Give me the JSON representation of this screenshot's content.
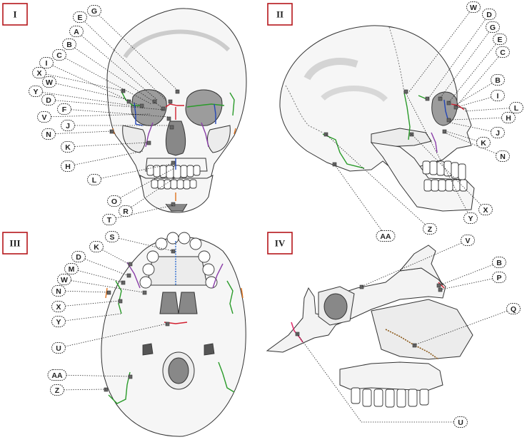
{
  "panels": [
    {
      "id": "I",
      "labels": [
        "G",
        "E",
        "A",
        "B",
        "C",
        "I",
        "X",
        "W",
        "Y",
        "D",
        "F",
        "V",
        "J",
        "N",
        "K",
        "H",
        "L",
        "O",
        "R",
        "T"
      ]
    },
    {
      "id": "II",
      "labels": [
        "W",
        "D",
        "G",
        "E",
        "C",
        "B",
        "I",
        "L",
        "H",
        "J",
        "K",
        "N",
        "X",
        "Y",
        "Z",
        "AA"
      ]
    },
    {
      "id": "III",
      "labels": [
        "S",
        "K",
        "D",
        "M",
        "W",
        "N",
        "X",
        "Y",
        "U",
        "AA",
        "Z"
      ]
    },
    {
      "id": "IV",
      "labels": [
        "V",
        "B",
        "P",
        "Q",
        "U"
      ]
    }
  ],
  "colors": {
    "panel_frame": "#b5161b",
    "suture_green": "#2a9b2a",
    "suture_red": "#d21f2f",
    "suture_blue": "#2346b8",
    "suture_purple": "#8a3ea8",
    "suture_orange": "#e0731e",
    "suture_brown": "#8c5a1a",
    "suture_pink": "#e0336f"
  }
}
